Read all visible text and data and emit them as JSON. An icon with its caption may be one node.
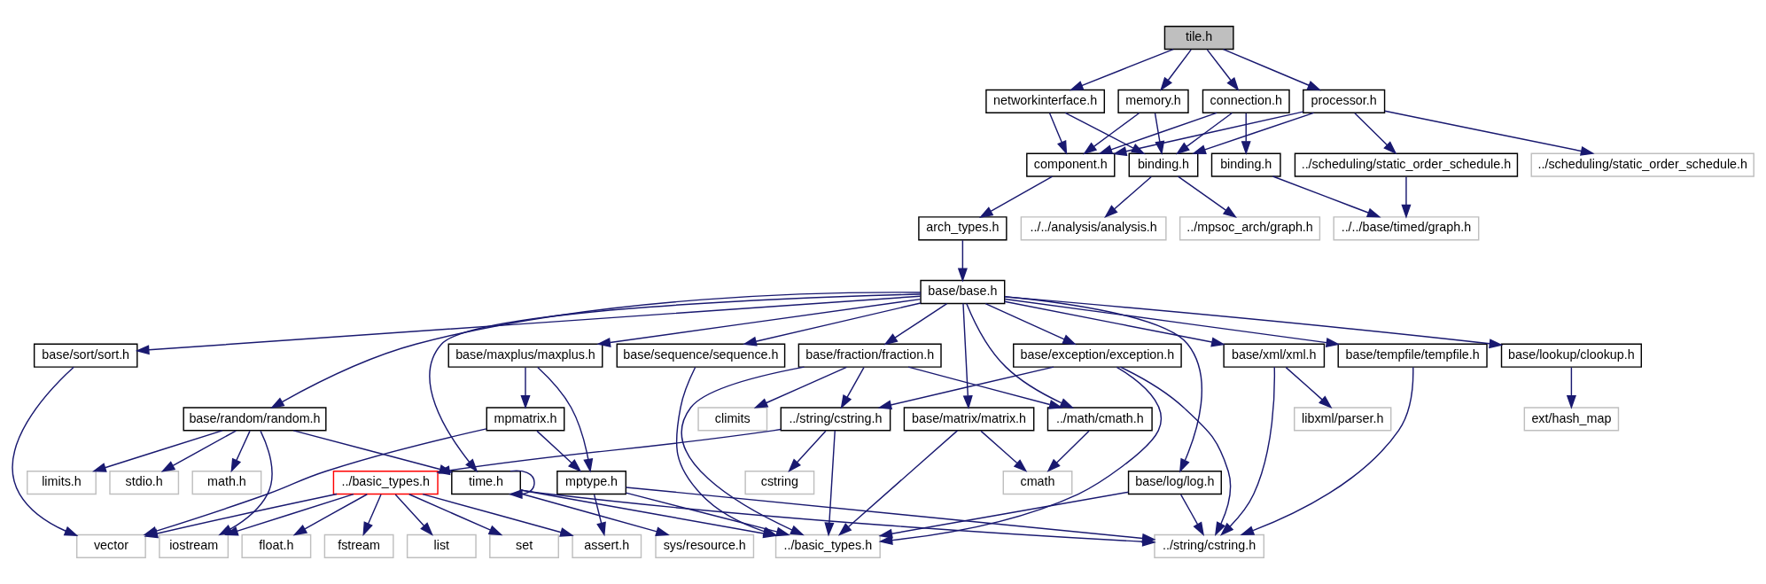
{
  "diagram": {
    "nodes": [
      {
        "text": [
          "tile.h"
        ]
      },
      {
        "text": [
          "networkinterface.h"
        ]
      },
      {
        "text": [
          "memory.h"
        ]
      },
      {
        "text": [
          "connection.h"
        ]
      },
      {
        "text": [
          "processor.h"
        ]
      },
      {
        "text": [
          "binding.h"
        ]
      },
      {
        "text": [
          "component.h"
        ]
      },
      {
        "text": [
          "binding.h"
        ]
      },
      {
        "text": [
          "../scheduling/static_order_schedule.h"
        ]
      },
      {
        "text": [
          "../scheduling/static_order_schedule.h"
        ]
      },
      {
        "text": [
          "../../analysis/analysis.h"
        ]
      },
      {
        "text": [
          "../mpsoc_arch/graph.h"
        ]
      },
      {
        "text": [
          "arch_types.h"
        ]
      },
      {
        "text": [
          "../../base/timed/graph.h"
        ]
      },
      {
        "text": [
          "base/base.h"
        ]
      },
      {
        "text": [
          "base/sort/sort.h"
        ]
      },
      {
        "text": [
          "base/maxplus/maxplus.h"
        ]
      },
      {
        "text": [
          "base/fraction/fraction.h"
        ]
      },
      {
        "text": [
          "base/exception/exception.h"
        ]
      },
      {
        "text": [
          "base/sequence/sequence.h"
        ]
      },
      {
        "text": [
          "base/tempfile/tempfile.h"
        ]
      },
      {
        "text": [
          "base/xml/xml.h"
        ]
      },
      {
        "text": [
          "base/lookup/clookup.h"
        ]
      },
      {
        "text": [
          "mpmatrix.h"
        ]
      },
      {
        "text": [
          "base/matrix/matrix.h"
        ]
      },
      {
        "text": [
          "../math/cmath.h"
        ]
      },
      {
        "text": [
          "climits"
        ]
      },
      {
        "text": [
          "../string/cstring.h"
        ]
      },
      {
        "text": [
          "base/random/random.h"
        ]
      },
      {
        "text": [
          "libxml/parser.h"
        ]
      },
      {
        "text": [
          "ext/hash_map"
        ]
      },
      {
        "text": [
          "../basic_types.h"
        ]
      },
      {
        "text": [
          "mptype.h"
        ]
      },
      {
        "text": [
          "cmath"
        ]
      },
      {
        "text": [
          "cstring"
        ]
      },
      {
        "text": [
          "base/log/log.h"
        ]
      },
      {
        "text": [
          "stdio.h"
        ]
      },
      {
        "text": [
          "math.h"
        ]
      },
      {
        "text": [
          "limits.h"
        ]
      },
      {
        "text": [
          "time.h"
        ]
      },
      {
        "text": [
          "vector"
        ]
      },
      {
        "text": [
          "list"
        ]
      },
      {
        "text": [
          "set"
        ]
      },
      {
        "text": [
          "float.h"
        ]
      },
      {
        "text": [
          "fstream"
        ]
      },
      {
        "text": [
          "assert.h"
        ]
      },
      {
        "text": [
          "iostream"
        ]
      },
      {
        "text": [
          "../basic_types.h"
        ]
      },
      {
        "text": [
          "../string/cstring.h"
        ]
      },
      {
        "text": [
          "sys/resource.h"
        ]
      }
    ],
    "edges": [
      {
        "from": 0,
        "to": 1,
        "arrow": "to"
      },
      {
        "from": 0,
        "to": 2,
        "arrow": "to"
      },
      {
        "from": 0,
        "to": 3,
        "arrow": "to"
      },
      {
        "from": 0,
        "to": 4,
        "arrow": "to"
      },
      {
        "from": 1,
        "to": 5,
        "arrow": "to"
      },
      {
        "from": 1,
        "to": 6,
        "arrow": "to"
      },
      {
        "from": 2,
        "to": 5,
        "arrow": "to"
      },
      {
        "from": 2,
        "to": 6,
        "arrow": "to"
      },
      {
        "from": 3,
        "to": 5,
        "arrow": "to"
      },
      {
        "from": 3,
        "to": 6,
        "arrow": "to"
      },
      {
        "from": 3,
        "to": 7,
        "arrow": "to"
      },
      {
        "from": 4,
        "to": 5,
        "arrow": "to"
      },
      {
        "from": 4,
        "to": 6,
        "arrow": "to"
      },
      {
        "from": 4,
        "to": 8,
        "arrow": "to"
      },
      {
        "from": 4,
        "to": 9,
        "arrow": "to"
      },
      {
        "from": 5,
        "to": 10,
        "arrow": "to"
      },
      {
        "from": 5,
        "to": 11,
        "arrow": "to"
      },
      {
        "from": 6,
        "to": 12,
        "arrow": "to"
      },
      {
        "from": 7,
        "to": 13,
        "arrow": "to"
      },
      {
        "from": 8,
        "to": 13,
        "arrow": "to"
      },
      {
        "from": 12,
        "to": 14,
        "arrow": "to"
      },
      {
        "from": 14,
        "to": 15,
        "arrow": "to"
      },
      {
        "from": 14,
        "to": 16,
        "arrow": "to"
      },
      {
        "from": 14,
        "to": 24,
        "arrow": "to"
      },
      {
        "from": 14,
        "to": 25,
        "arrow": "to"
      },
      {
        "from": 14,
        "to": 17,
        "arrow": "to"
      },
      {
        "from": 14,
        "to": 18,
        "arrow": "to"
      },
      {
        "from": 14,
        "to": 19,
        "arrow": "to"
      },
      {
        "from": 14,
        "to": 35,
        "arrow": "to"
      },
      {
        "from": 14,
        "to": 28,
        "arrow": "to"
      },
      {
        "from": 14,
        "to": 39,
        "arrow": "to"
      },
      {
        "from": 14,
        "to": 20,
        "arrow": "to"
      },
      {
        "from": 14,
        "to": 21,
        "arrow": "to"
      },
      {
        "from": 14,
        "to": 22,
        "arrow": "to"
      },
      {
        "from": 15,
        "to": 40,
        "arrow": "to"
      },
      {
        "from": 16,
        "to": 23,
        "arrow": "to"
      },
      {
        "from": 16,
        "to": 32,
        "arrow": "to"
      },
      {
        "from": 17,
        "to": 25,
        "arrow": "to"
      },
      {
        "from": 17,
        "to": 26,
        "arrow": "to"
      },
      {
        "from": 17,
        "to": 27,
        "arrow": "to"
      },
      {
        "from": 17,
        "to": 47,
        "arrow": "to"
      },
      {
        "from": 18,
        "to": 27,
        "arrow": "to"
      },
      {
        "from": 18,
        "to": 47,
        "arrow": "to"
      },
      {
        "from": 18,
        "to": 48,
        "arrow": "to"
      },
      {
        "from": 19,
        "to": 47,
        "arrow": "to"
      },
      {
        "from": 20,
        "to": 48,
        "arrow": "to"
      },
      {
        "from": 21,
        "to": 29,
        "arrow": "to"
      },
      {
        "from": 21,
        "to": 48,
        "arrow": "to"
      },
      {
        "from": 22,
        "to": 30,
        "arrow": "to"
      },
      {
        "from": 23,
        "to": 40,
        "arrow": "to"
      },
      {
        "from": 23,
        "to": 32,
        "arrow": "to"
      },
      {
        "from": 24,
        "to": 33,
        "arrow": "to"
      },
      {
        "from": 24,
        "to": 47,
        "arrow": "to"
      },
      {
        "from": 25,
        "to": 33,
        "arrow": "to"
      },
      {
        "from": 27,
        "to": 31,
        "arrow": "to"
      },
      {
        "from": 27,
        "to": 34,
        "arrow": "to"
      },
      {
        "from": 27,
        "to": 47,
        "arrow": "to"
      },
      {
        "from": 28,
        "to": 46,
        "arrow": "to"
      },
      {
        "from": 28,
        "to": 36,
        "arrow": "to"
      },
      {
        "from": 28,
        "to": 37,
        "arrow": "to"
      },
      {
        "from": 28,
        "to": 38,
        "arrow": "to"
      },
      {
        "from": 28,
        "to": 39,
        "arrow": "to"
      },
      {
        "from": 35,
        "to": 47,
        "arrow": "to"
      },
      {
        "from": 35,
        "to": 48,
        "arrow": "to"
      },
      {
        "from": 39,
        "to": 39,
        "arrow": "to"
      },
      {
        "from": 39,
        "to": 47,
        "arrow": "to"
      },
      {
        "from": 39,
        "to": 48,
        "arrow": "to"
      },
      {
        "from": 39,
        "to": 49,
        "arrow": "to"
      },
      {
        "from": 31,
        "to": 40,
        "arrow": "to"
      },
      {
        "from": 31,
        "to": 41,
        "arrow": "to"
      },
      {
        "from": 31,
        "to": 42,
        "arrow": "to"
      },
      {
        "from": 31,
        "to": 43,
        "arrow": "to"
      },
      {
        "from": 31,
        "to": 44,
        "arrow": "to"
      },
      {
        "from": 31,
        "to": 45,
        "arrow": "to"
      },
      {
        "from": 31,
        "to": 46,
        "arrow": "to"
      },
      {
        "from": 32,
        "to": 45,
        "arrow": "to"
      },
      {
        "from": 32,
        "to": 47,
        "arrow": "to"
      },
      {
        "from": 32,
        "to": 48,
        "arrow": "to"
      }
    ]
  }
}
